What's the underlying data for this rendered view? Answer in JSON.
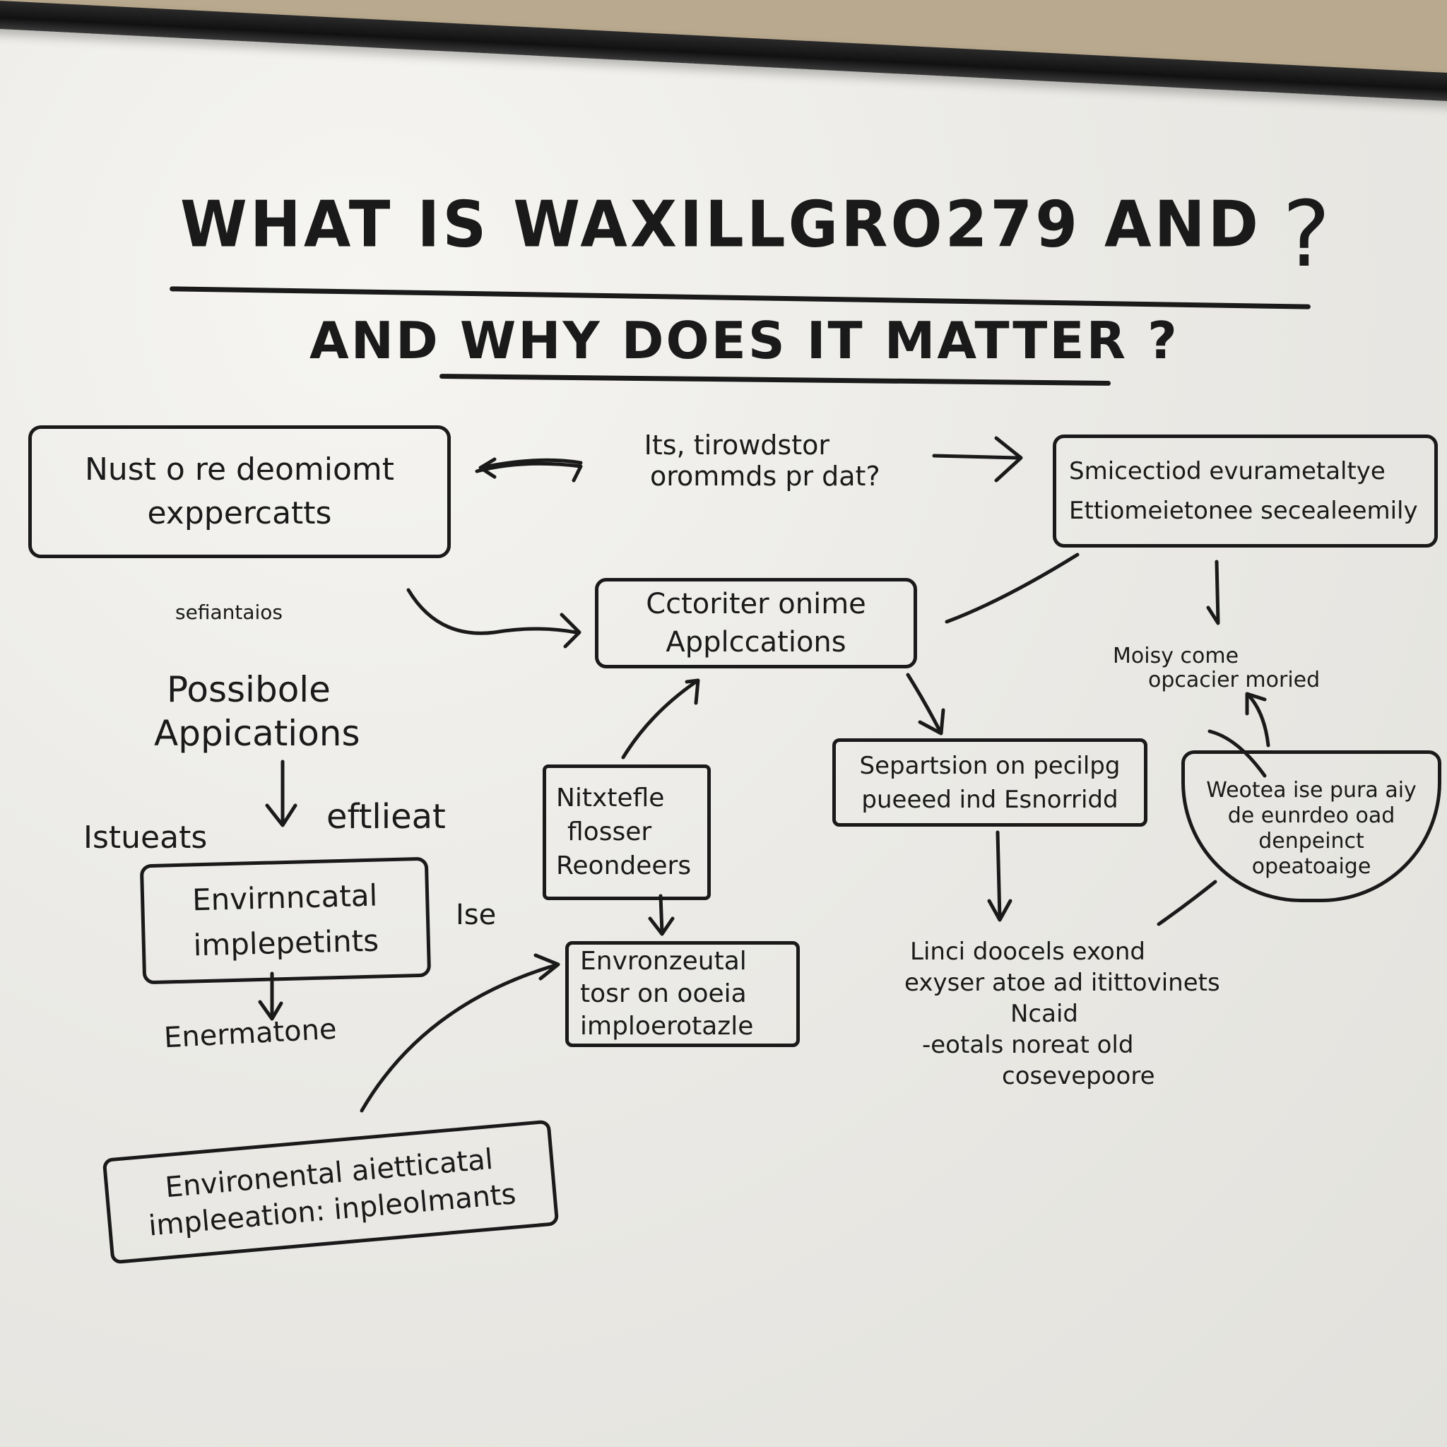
{
  "title": {
    "line1": "WHAT IS WAXILLGRO279 AND",
    "question_mark": "?",
    "line2": "AND WHY DOES IT MATTER ?"
  },
  "nodes": {
    "top_left_box": [
      "Nust o re deomiomt",
      "exppercatts"
    ],
    "top_middle_text": [
      "Its, tirowdstor",
      "orommds pr dat?"
    ],
    "top_right_box": [
      "Smicectiod evurametaltye",
      "Ettiomeietonee secealeemily"
    ],
    "small_label": "sefiantaios",
    "center_box": [
      "Cctoriter onime",
      "Applccations"
    ],
    "possible_applications": [
      "Possibole",
      "Appications"
    ],
    "right_mid_text": [
      "Moisy come",
      "opcacier moried"
    ],
    "students_label": "Istueats",
    "efficiency_label": "eftlieat",
    "left_box": [
      "Envirnncatal",
      "implepetints"
    ],
    "ise_label": "Ise",
    "enermatone_label": "Enermatone",
    "middle_box": [
      "Nitxtefle",
      "flosser",
      "Reondeers"
    ],
    "separation_box": [
      "Separtsion on pecilpg",
      "pueeed ind Esnorridd"
    ],
    "bowl_box": [
      "Weotea ise pura aiy",
      "de eunrdeo oad",
      "denpeinct",
      "opeatoaige"
    ],
    "env_box_center": [
      "Envronzeutal",
      "tosr on ooeia",
      "imploerotazle"
    ],
    "bottom_right_text": [
      "Linci doocels exond",
      "exyser atoe ad itittovinets",
      "Ncaid",
      "-eotals noreat old",
      "cosevepoore"
    ],
    "bottom_left_box": [
      "Environental aietticatal",
      "impleeation: inpleolmants"
    ]
  },
  "colors": {
    "ink": "#1a1a1a",
    "board": "#eeede9",
    "frame": "#1c1c1c",
    "wall": "#b9a98e"
  }
}
